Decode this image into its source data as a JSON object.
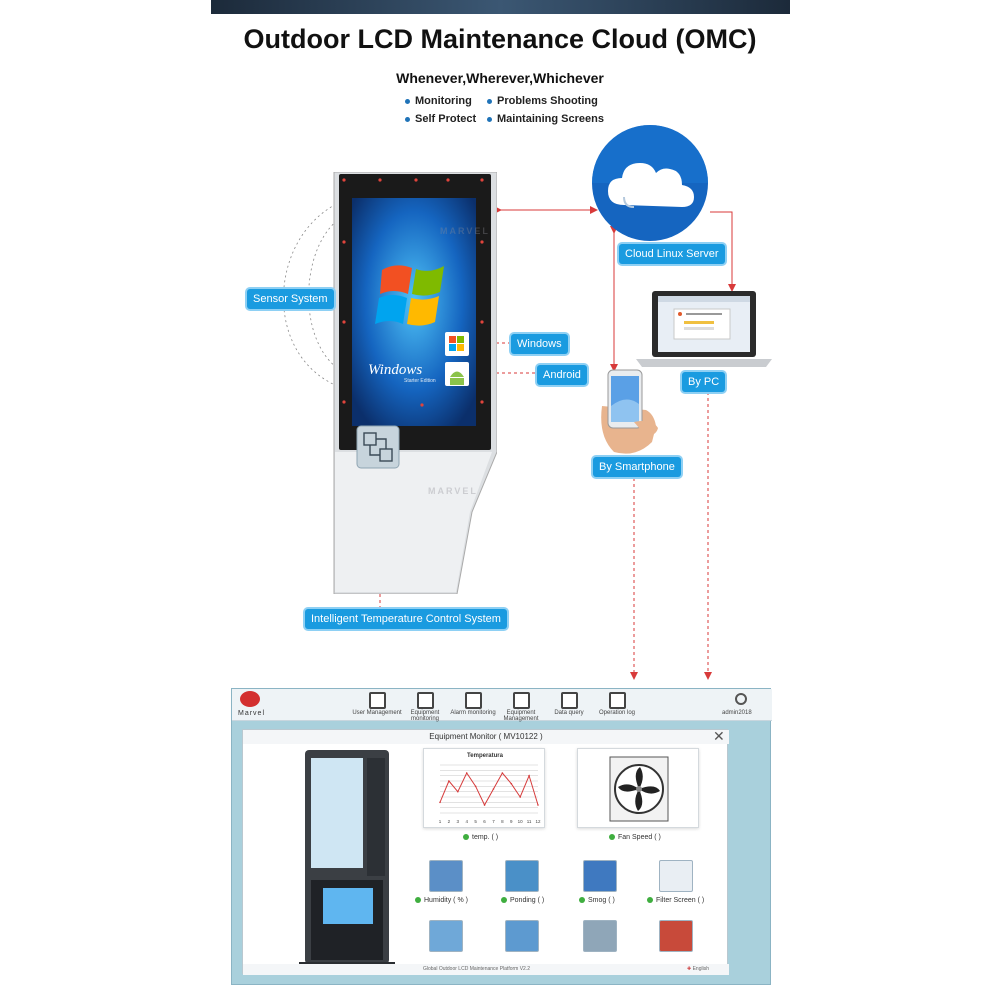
{
  "header": {
    "title": "Outdoor LCD Maintenance Cloud (OMC)",
    "tagline": "Whenever,Wherever,Whichever",
    "features": [
      "Monitoring",
      "Problems Shooting",
      "Self Protect",
      "Maintaining Screens"
    ]
  },
  "diagram": {
    "callouts": {
      "sensor": "Sensor System",
      "windows": "Windows",
      "android": "Android",
      "cloud": "Cloud Linux Server",
      "pc": "By PC",
      "smartphone": "By Smartphone",
      "temp_control": "Intelligent Temperature Control System"
    },
    "os_brand": "Windows",
    "os_edition": "Starter Edition",
    "watermark": "MARVEL",
    "colors": {
      "accent": "#1a9be0",
      "arrow": "#d83a3a",
      "cloud": "#1565c0"
    }
  },
  "dashboard": {
    "logo_text": "Marvel",
    "nav": [
      "User Management",
      "Equipment monitoring",
      "Alarm monitoring",
      "Equipment Management",
      "Data query",
      "Operation log"
    ],
    "user": "admin2018",
    "modal_title": "Equipment Monitor ( MV10122 )",
    "chart_title": "Temperatura",
    "chart_x_labels": [
      "1",
      "2",
      "3",
      "4",
      "5",
      "6",
      "7",
      "8",
      "9",
      "10",
      "11",
      "12"
    ],
    "sensors": {
      "temp": "temp. (  )",
      "fan": "Fan Speed (  )",
      "humidity": "Humidity ( % )",
      "ponding": "Ponding (  )",
      "smog": "Smog (  )",
      "filter": "Filter Screen (  )"
    },
    "footer": "Global Outdoor LCD Maintenance Platform V2.2",
    "language": "English"
  },
  "chart_data": {
    "type": "line",
    "title": "Temperatura",
    "x": [
      1,
      2,
      3,
      4,
      5,
      6,
      7,
      8,
      9,
      10,
      11,
      12
    ],
    "series": [
      {
        "values": [
          -20,
          20,
          0,
          35,
          10,
          -25,
          5,
          35,
          15,
          -10,
          30,
          -25
        ]
      }
    ],
    "ylim": [
      -40,
      50
    ]
  }
}
